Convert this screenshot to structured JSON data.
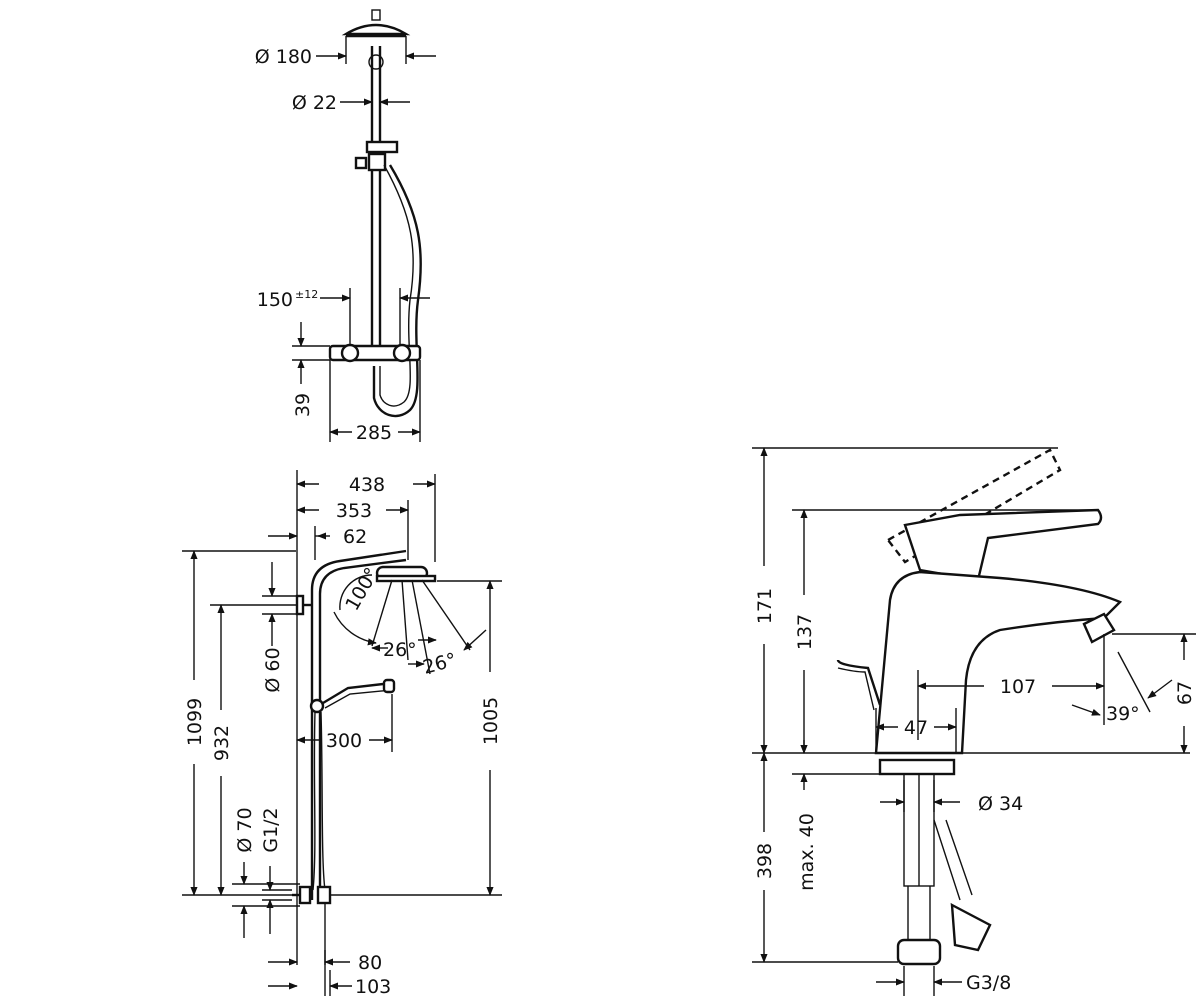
{
  "shower_top": {
    "head_diameter": "Ø 180",
    "pipe_diameter": "Ø 22",
    "spacing": "150",
    "spacing_tolerance": "±12",
    "height": "39",
    "width": "285"
  },
  "shower_side": {
    "total_reach": "438",
    "mid_reach": "353",
    "offset": "62",
    "rotation_angle": "100°",
    "spray_angle_inner": "26°",
    "spray_angle_outer": "26°",
    "overall_height": "1099",
    "mount_height": "932",
    "head_height": "1005",
    "bracket_diameter": "Ø 60",
    "hand_shower_reach": "300",
    "flange_diameter": "Ø 70",
    "connection_thread": "G1/2",
    "depth_small": "80",
    "depth_large": "103"
  },
  "faucet": {
    "max_height": "171",
    "lever_height": "137",
    "spout_reach": "107",
    "base_width": "47",
    "spout_angle": "39°",
    "spout_height": "67",
    "shank_diameter": "Ø 34",
    "hose_length": "398",
    "max_thickness": "max. 40",
    "hose_thread": "G3/8"
  }
}
